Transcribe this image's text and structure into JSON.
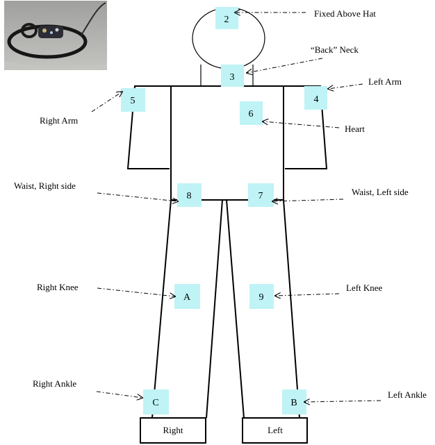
{
  "markers": [
    {
      "id": "2",
      "label": "Fixed Above Hat"
    },
    {
      "id": "3",
      "label": "“Back” Neck"
    },
    {
      "id": "4",
      "label": "Left Arm"
    },
    {
      "id": "5",
      "label": "Right Arm"
    },
    {
      "id": "6",
      "label": "Heart"
    },
    {
      "id": "7",
      "label": "Waist, Left side"
    },
    {
      "id": "8",
      "label": "Waist, Right side"
    },
    {
      "id": "9",
      "label": "Left Knee"
    },
    {
      "id": "A",
      "label": "Right Knee"
    },
    {
      "id": "B",
      "label": "Left Ankle"
    },
    {
      "id": "C",
      "label": "Right Ankle"
    }
  ],
  "feet": {
    "right": "Right",
    "left": "Left"
  },
  "photo_description": "sensor-device-photo"
}
